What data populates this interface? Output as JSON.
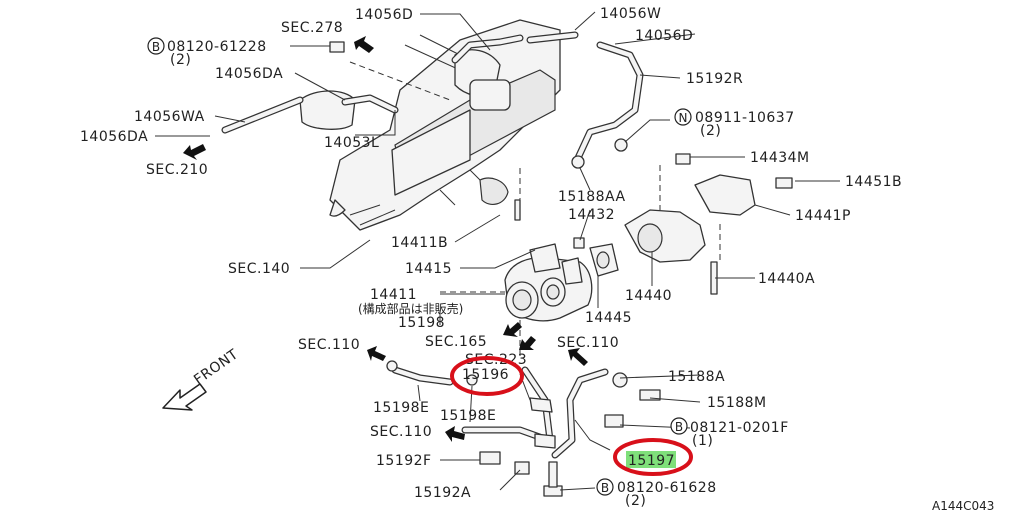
{
  "labels": {
    "l14056D_top": "14056D",
    "l14056W": "14056W",
    "l14056D_right": "14056D",
    "l08120_61228": "08120-61228",
    "l08120_61228_qty": "(2)",
    "lSEC278": "SEC.278",
    "l14056DA_top": "14056DA",
    "l15192R": "15192R",
    "l14056WA": "14056WA",
    "l14056DA_left": "14056DA",
    "l08911_10637": "08911-10637",
    "l08911_10637_qty": "(2)",
    "l14053L": "14053L",
    "lSEC210": "SEC.210",
    "l14434M": "14434M",
    "l14451B": "14451B",
    "l15188AA": "15188AA",
    "l14432": "14432",
    "l14441P": "14441P",
    "l14411B": "14411B",
    "l14415": "14415",
    "lSEC140": "SEC.140",
    "l14440A": "14440A",
    "l14440": "14440",
    "l14411": "14411",
    "l14411_note": "(構成部品は非販売)",
    "l15198": "15198",
    "l14445": "14445",
    "lSEC165": "SEC.165",
    "lSEC223": "SEC.223",
    "lSEC110_left": "SEC.110",
    "lSEC110_right": "SEC.110",
    "l15196": "15196",
    "l15188A": "15188A",
    "lFRONT": "FRONT",
    "l15198E_left": "15198E",
    "l15198E_mid": "15198E",
    "l15188M": "15188M",
    "lSEC110_bottom": "SEC.110",
    "l08121_0201F": "08121-0201F",
    "l08121_0201F_qty": "(1)",
    "l15197": "15197",
    "l15192F": "15192F",
    "l08120_61628": "08120-61628",
    "l08120_61628_qty": "(2)",
    "l15192A": "15192A",
    "lA144C043": "A144C043",
    "markB": "B",
    "markN": "N"
  },
  "colors": {
    "highlight_ring": "#d8101a",
    "highlight_fill": "#7fe07a"
  }
}
